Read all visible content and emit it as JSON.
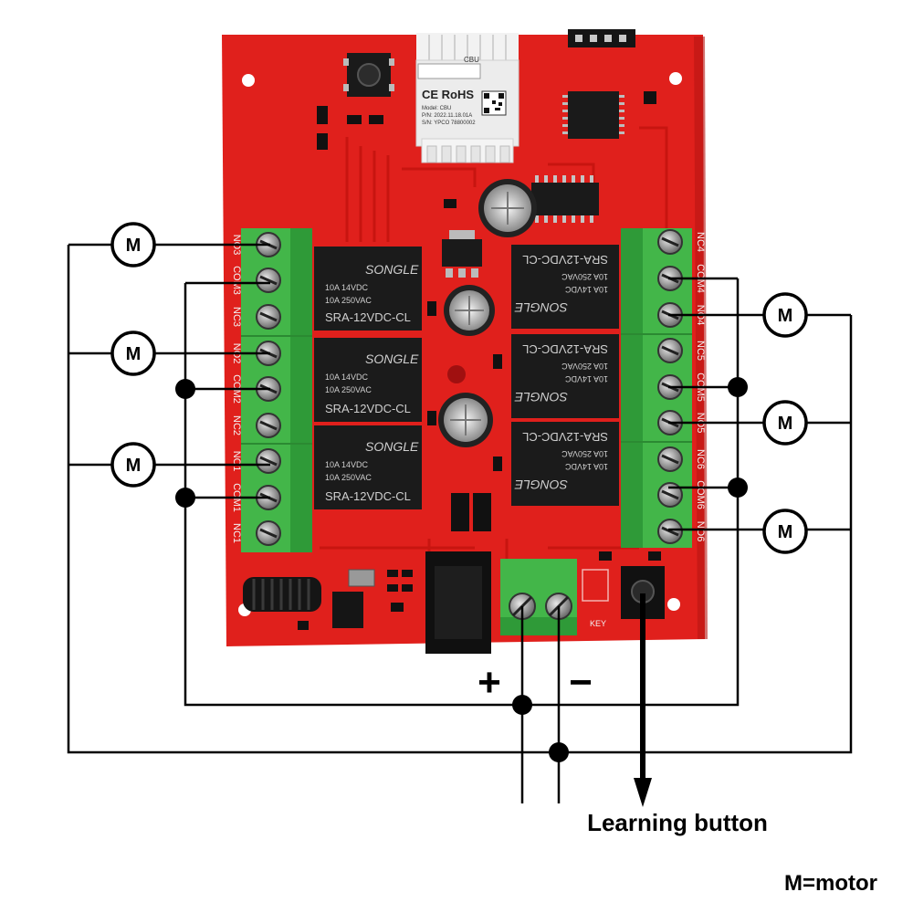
{
  "module": {
    "brand": "CBU",
    "cert": "CE RoHS",
    "model": "Model: CBU",
    "pn": "P/N: 2022.11.18.01A",
    "sn": "S/N: YPCO 78800002"
  },
  "relay": {
    "brand": "SONGLE",
    "rating1": "10A 14VDC",
    "rating2": "10A 250VAC",
    "model": "SRA-12VDC-CL"
  },
  "terminals": {
    "left": [
      "NO3",
      "COM3",
      "NC3",
      "NO2",
      "COM2",
      "NC2",
      "NO1",
      "COM1",
      "NC1"
    ],
    "right": [
      "NC4",
      "COM4",
      "NO4",
      "NC5",
      "COM5",
      "NO5",
      "NC6",
      "COM6",
      "NO6"
    ]
  },
  "motor": {
    "letter": "M"
  },
  "labels": {
    "plus": "+",
    "minus": "−",
    "learning_button": "Learning button",
    "legend": "M=motor",
    "key": "KEY"
  },
  "colors": {
    "board": "#e0201c",
    "terminal": "#43b649",
    "relay": "#1b1b1b",
    "wire": "#000000"
  }
}
